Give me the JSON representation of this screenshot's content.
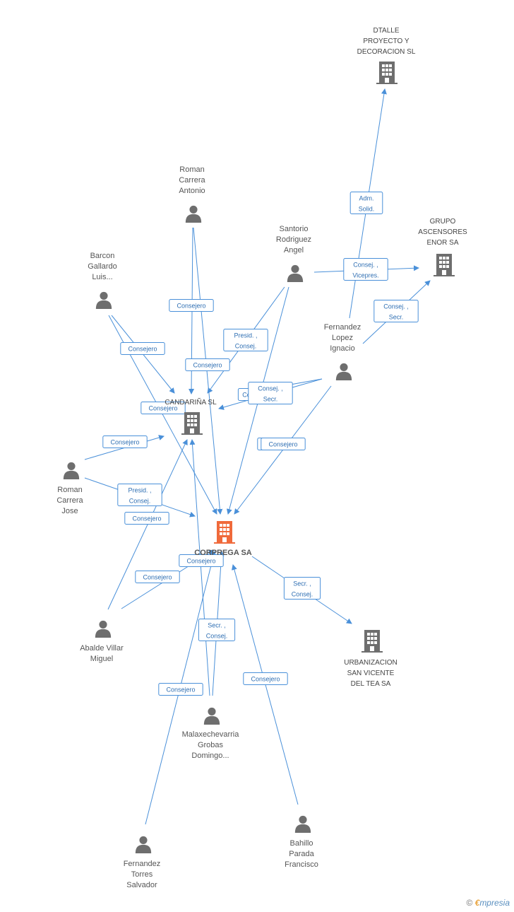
{
  "colors": {
    "edge": "#4a90d9",
    "person_icon": "#6e6e6e",
    "company_icon": "#6e6e6e",
    "focus_icon": "#f06a3b"
  },
  "nodes": [
    {
      "id": "corprega",
      "type": "focus",
      "lines": [
        "CORPREGA SA"
      ]
    },
    {
      "id": "candarina",
      "type": "company",
      "lines": [
        "CANDARIÑA SL"
      ]
    },
    {
      "id": "dtalle",
      "type": "company",
      "lines": [
        "DTALLE",
        "PROYECTO Y",
        "DECORACION SL"
      ]
    },
    {
      "id": "grupo",
      "type": "company",
      "lines": [
        "GRUPO",
        "ASCENSORES",
        "ENOR SA"
      ]
    },
    {
      "id": "urban",
      "type": "company",
      "lines": [
        "URBANIZACION",
        "SAN VICENTE",
        "DEL TEA SA"
      ]
    },
    {
      "id": "roman_antonio",
      "type": "person",
      "lines": [
        "Roman",
        "Carrera",
        "Antonio"
      ]
    },
    {
      "id": "barcon",
      "type": "person",
      "lines": [
        "Barcon",
        "Gallardo",
        "Luis..."
      ]
    },
    {
      "id": "santorio",
      "type": "person",
      "lines": [
        "Santorio",
        "Rodriguez",
        "Angel"
      ]
    },
    {
      "id": "fernandez_lopez",
      "type": "person",
      "lines": [
        "Fernandez",
        "Lopez",
        "Ignacio"
      ]
    },
    {
      "id": "roman_jose",
      "type": "person",
      "lines": [
        "Roman",
        "Carrera",
        "Jose"
      ]
    },
    {
      "id": "abalde",
      "type": "person",
      "lines": [
        "Abalde Villar",
        "Miguel"
      ]
    },
    {
      "id": "malaxe",
      "type": "person",
      "lines": [
        "Malaxechevarria",
        "Grobas",
        "Domingo..."
      ]
    },
    {
      "id": "fernandez_torres",
      "type": "person",
      "lines": [
        "Fernandez",
        "Torres",
        "Salvador"
      ]
    },
    {
      "id": "bahillo",
      "type": "person",
      "lines": [
        "Bahillo",
        "Parada",
        "Francisco"
      ]
    }
  ],
  "edges": [
    {
      "from": "fernandez_lopez",
      "to": "dtalle",
      "label": [
        "Adm.",
        "Solid."
      ]
    },
    {
      "from": "santorio",
      "to": "grupo",
      "label": [
        "Consej. ,",
        "Vicepres."
      ]
    },
    {
      "from": "fernandez_lopez",
      "to": "grupo",
      "label": [
        "Consej. ,",
        "Secr."
      ]
    },
    {
      "from": "roman_antonio",
      "to": "candarina",
      "label": [
        "Consejero"
      ]
    },
    {
      "from": "roman_antonio",
      "to": "corprega",
      "label": [
        "Consejero"
      ]
    },
    {
      "from": "barcon",
      "to": "candarina",
      "label": [
        "Consejero"
      ]
    },
    {
      "from": "barcon",
      "to": "corprega",
      "label": [
        "Consejero"
      ]
    },
    {
      "from": "santorio",
      "to": "candarina",
      "label": [
        "Presid. ,",
        "Consej."
      ]
    },
    {
      "from": "santorio",
      "to": "corprega",
      "label": [
        "Consejero"
      ]
    },
    {
      "from": "fernandez_lopez",
      "to": "candarina",
      "label": [
        "Co"
      ]
    },
    {
      "from": "fernandez_lopez",
      "to": "candarina",
      "label": [
        "Consej. ,",
        "Secr."
      ]
    },
    {
      "from": "fernandez_lopez",
      "to": "corprega",
      "label": [
        "Consejero"
      ]
    },
    {
      "from": "roman_jose",
      "to": "candarina",
      "label": [
        "Consejero"
      ]
    },
    {
      "from": "roman_jose",
      "to": "corprega",
      "label": [
        "Presid. ,",
        "Consej."
      ]
    },
    {
      "from": "abalde",
      "to": "candarina",
      "label": [
        "Consejero"
      ]
    },
    {
      "from": "abalde",
      "to": "corprega",
      "label": [
        "Consejero"
      ]
    },
    {
      "from": "malaxe",
      "to": "candarina",
      "label": [
        "Consejero"
      ]
    },
    {
      "from": "malaxe",
      "to": "corprega",
      "label": [
        "Secr. ,",
        "Consej."
      ]
    },
    {
      "from": "fernandez_torres",
      "to": "corprega",
      "label": [
        "Consejero"
      ]
    },
    {
      "from": "bahillo",
      "to": "corprega",
      "label": [
        "Consejero"
      ]
    },
    {
      "from": "corprega",
      "to": "urban",
      "label": [
        "Secr. ,",
        "Consej."
      ]
    }
  ],
  "branding": {
    "copyright": "©",
    "brand_e": "€",
    "brand_rest": "mpresia"
  }
}
